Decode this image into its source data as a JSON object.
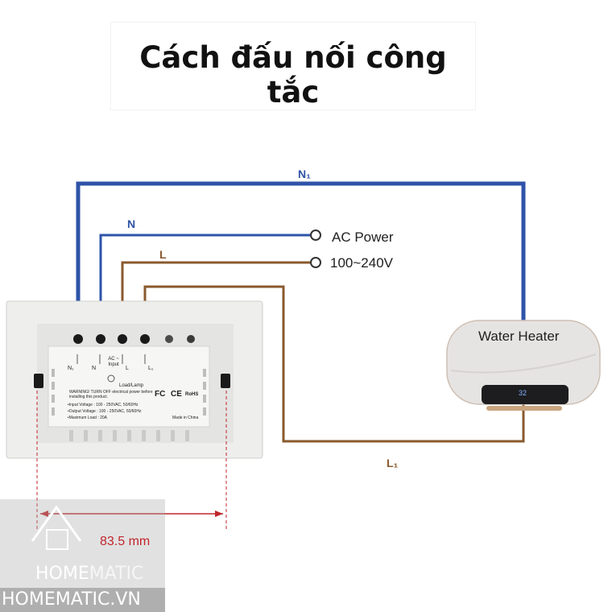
{
  "title": "Cách đấu nối công tắc",
  "wires": {
    "n1": "N₁",
    "n": "N",
    "l": "L",
    "l1": "L₁"
  },
  "power": {
    "label": "AC Power",
    "voltage": "100~240V"
  },
  "heater": {
    "label": "Water Heater",
    "display": "32"
  },
  "switch_back": {
    "terminals": [
      "N₁",
      "N",
      "L",
      "L₁"
    ],
    "ac_input": "AC ~ Input",
    "load_lamp": "Load/Lamp",
    "warning": "WARNING! TURN OFF electrical power before installing this product.",
    "input_voltage": "•Input Voltage : 100 - 250VAC, 50/60Hz",
    "output_voltage": "•Output Voltage : 100 - 250VAC, 50/60Hz",
    "max_load": "•Maximum Load : 20A",
    "made_in": "Made in China",
    "marks": [
      "FC",
      "CE",
      "RoHS"
    ]
  },
  "dimension": "83.5 mm",
  "watermark": {
    "brand_home": "HOME",
    "brand_matic": "MATIC",
    "site": "HOMEMATIC.VN"
  },
  "colors": {
    "neutral_wire": "#2e53a8",
    "live_wire": "#8a5a2e",
    "dimension": "#c0262c",
    "watermark_bg": "#aaaaaa"
  }
}
